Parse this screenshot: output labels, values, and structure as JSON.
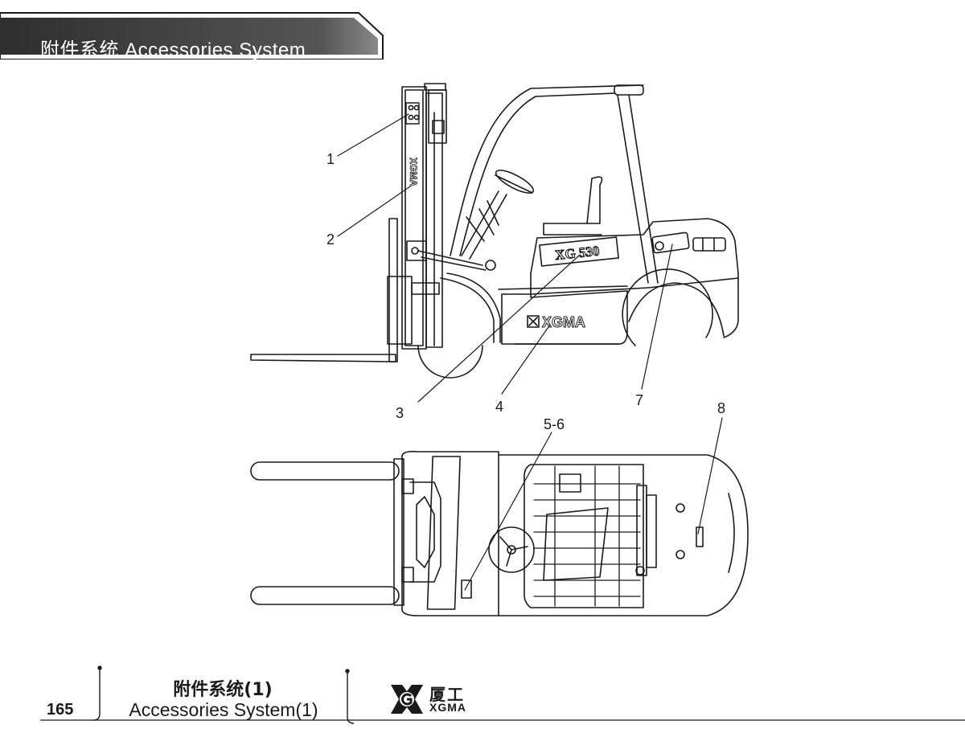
{
  "header": {
    "title": "附件系统  Accessories System"
  },
  "diagram": {
    "mast_brand": "XGMA",
    "model_plate": "XG 530",
    "body_brand": "XGMA",
    "callouts": {
      "c1": "1",
      "c2": "2",
      "c3": "3",
      "c4": "4",
      "c5_6": "5-6",
      "c7": "7",
      "c8": "8"
    }
  },
  "footer": {
    "page_number": "165",
    "title_cn": "附件系统(1)",
    "title_en": "Accessories System(1)",
    "logo_cn": "厦工",
    "logo_en": "XGMA"
  },
  "colors": {
    "banner": "#3a3a3a",
    "line": "#1a1a1a"
  }
}
